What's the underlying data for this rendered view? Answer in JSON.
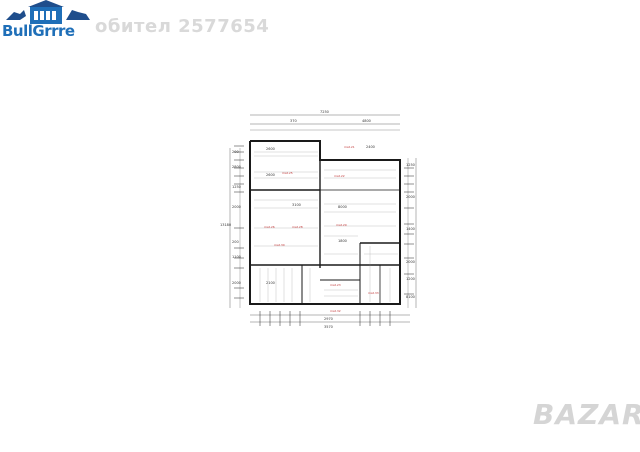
{
  "logo": {
    "text": "BullGrrre"
  },
  "watermark": {
    "top": "обител 2577654",
    "bottom": "BAZAR"
  },
  "plan": {
    "top_dims": [
      "370",
      "4800",
      "7250"
    ],
    "left_dims": [
      "200",
      "2800",
      "1250",
      "2000",
      "13180",
      "200",
      "1100",
      "2000"
    ],
    "right_dims": [
      "1250",
      "2000",
      "1400",
      "2000",
      "1200",
      "8100"
    ],
    "bottom_dims": [
      "2970",
      "3570"
    ],
    "room_labels": [
      "mat.25",
      "mat.26",
      "mat.28",
      "mat.22",
      "mat.29",
      "mat.30",
      "mat.21",
      "mat.23",
      "mat.32",
      "mat.33"
    ],
    "inner_dims": [
      "2600",
      "2600",
      "3100",
      "2400",
      "8000",
      "1800",
      "2100"
    ]
  },
  "colors": {
    "logo_blue": "#1f6fb8",
    "wall": "#1a1a1a",
    "room_label": "#c23b3b",
    "watermark": "#d5d5d5"
  }
}
